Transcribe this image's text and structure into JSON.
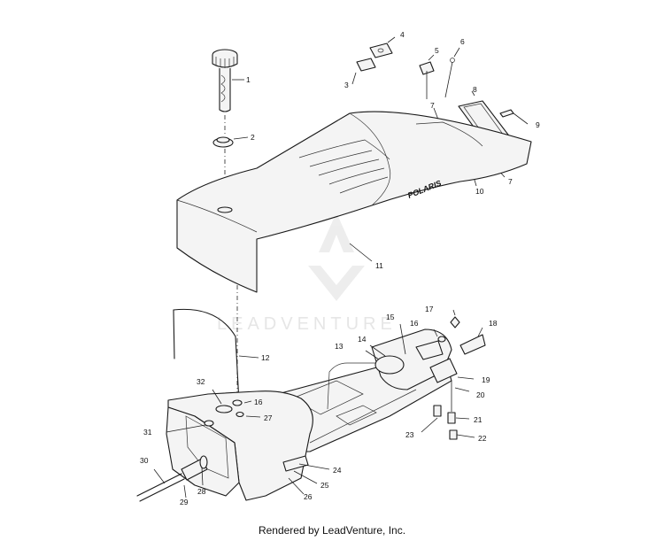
{
  "footer": {
    "credit": "Rendered by LeadVenture, Inc."
  },
  "watermark": {
    "text": "LEADVENTURE"
  },
  "seat": {
    "brand": "POLARIS"
  },
  "callouts": {
    "c1": "1",
    "c2": "2",
    "c3": "3",
    "c4": "4",
    "c5": "5",
    "c6": "6",
    "c7a": "7",
    "c7b": "7",
    "c8": "8",
    "c9": "9",
    "c10": "10",
    "c11": "11",
    "c12": "12",
    "c13": "13",
    "c14": "14",
    "c15": "15",
    "c16a": "16",
    "c16b": "16",
    "c17": "17",
    "c18": "18",
    "c19": "19",
    "c20": "20",
    "c21": "21",
    "c22": "22",
    "c23": "23",
    "c24": "24",
    "c25": "25",
    "c26": "26",
    "c27": "27",
    "c28": "28",
    "c29": "29",
    "c30": "30",
    "c31": "31",
    "c32": "32"
  },
  "colors": {
    "line": "#1a1a1a",
    "watermark": "#e6e6e6"
  }
}
